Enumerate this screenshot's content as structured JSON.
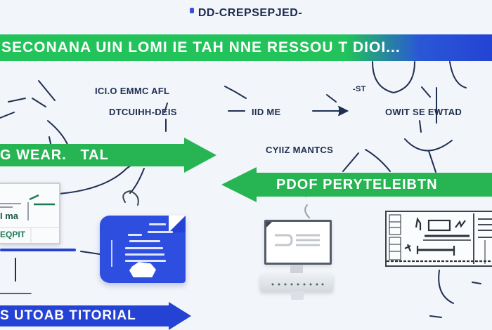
{
  "header": {
    "title": "DD-CREPSEPJED-"
  },
  "top_banner": {
    "text": "SECONANA UIN LOMI IE TAH NNE RESSOU T DIOI...",
    "colors": {
      "start": "#22c35a",
      "end": "#2443d4"
    }
  },
  "annotations": {
    "left_upper_line1": "ICI.O EMMC AFL",
    "left_upper_line2": "DTCUIHH-DEIS",
    "center_upper": "IID ME",
    "center_small": "-ST",
    "right_upper": "OWIT SE EWTAD",
    "center_mid": "CYIIZ MANTCS"
  },
  "arrows": [
    {
      "id": "arrow-1",
      "direction": "right",
      "text": "G WEAR.   TAL",
      "color": "#27b553"
    },
    {
      "id": "arrow-2",
      "direction": "left",
      "text": "PDOF PERYTELEIBTN",
      "color": "#27b553"
    },
    {
      "id": "arrow-3",
      "direction": "right",
      "text": "S UTOAB TITORIAL",
      "color": "#2443d4"
    }
  ],
  "monitor_panel": {
    "text_row1": "I ma",
    "text_row2": "EQPIT"
  },
  "icons": {
    "document": "document-icon",
    "computer": "desktop-computer-icon",
    "sketch": "wireframe-sketch-icon",
    "monitor": "monitor-screen-icon"
  },
  "colors": {
    "green": "#27b553",
    "blue": "#2443d4",
    "ink": "#1f2f52",
    "background": "#f2f5f9"
  }
}
